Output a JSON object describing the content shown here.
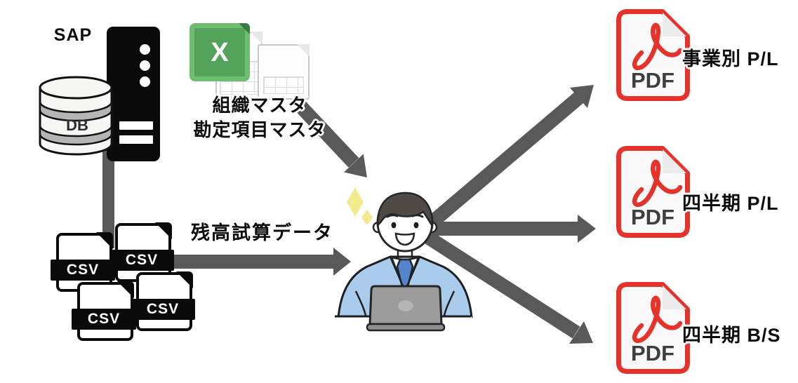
{
  "labels": {
    "sap": "SAP",
    "db": "DB",
    "excel_letter": "X",
    "excel_line1": "組織マスタ",
    "excel_line2": "勘定項目マスタ",
    "csv": "CSV",
    "csv_data": "残高試算データ",
    "pdf": "PDF"
  },
  "outputs": [
    {
      "label": "事業別 P/L"
    },
    {
      "label": "四半期 P/L"
    },
    {
      "label": "四半期 B/S"
    }
  ],
  "colors": {
    "arrow": "#595959",
    "server_black": "#0a0a0a",
    "excel_green": "#54a35b",
    "excel_green_border": "#6ebd71",
    "pdf_red": "#e5332c",
    "pdf_text": "#3e3e3e",
    "suit_blue": "#a9cbec",
    "tie_blue": "#5585cf",
    "sparkle_yellow": "#f3e98f",
    "cylinder_band": "#b5b5b5"
  }
}
